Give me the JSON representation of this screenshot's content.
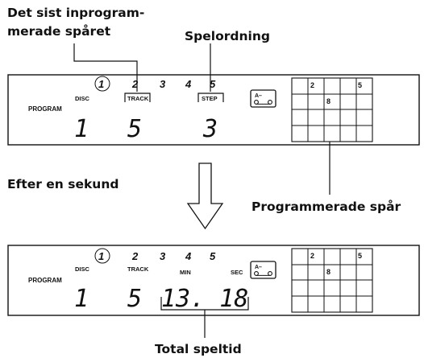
{
  "top_callouts": {
    "last_track_line1": "Det sist inprogram-",
    "last_track_line2": "merade spåret",
    "play_order": "Spelordning"
  },
  "after_label": "Efter en sekund",
  "programmed_tracks_label": "Programmerade spår",
  "total_time_label": "Total speltid",
  "display1": {
    "program": "PROGRAM",
    "disc_label": "DISC",
    "track_label": "TRACK",
    "step_label": "STEP",
    "disc_numbers": [
      "1",
      "2",
      "3",
      "4",
      "5"
    ],
    "disc_value": "1",
    "track_value": "5",
    "step_value": "3",
    "grid_numbers": [
      "2",
      "5",
      "8"
    ]
  },
  "display2": {
    "program": "PROGRAM",
    "disc_label": "DISC",
    "track_label": "TRACK",
    "min_label": "MIN",
    "sec_label": "SEC",
    "disc_numbers": [
      "1",
      "2",
      "3",
      "4",
      "5"
    ],
    "disc_value": "1",
    "track_value": "5",
    "time_value": "13. 18",
    "grid_numbers": [
      "2",
      "5",
      "8"
    ]
  },
  "ab_label": "A–"
}
